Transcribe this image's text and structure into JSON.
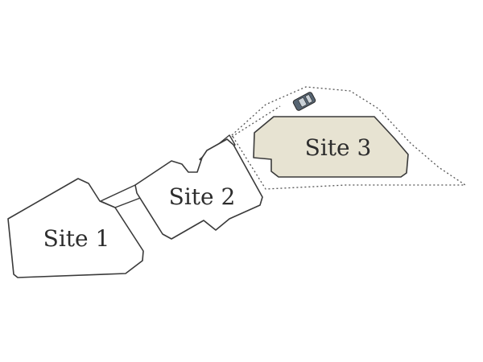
{
  "map": {
    "sites": [
      {
        "label": "Site 1",
        "fill": "#ffffff"
      },
      {
        "label": "Site 2",
        "fill": "#ffffff"
      },
      {
        "label": "Site 3",
        "fill": "#e7e3d2"
      }
    ],
    "colors": {
      "outline": "#3a3a3a",
      "highlight": "#e7e3d2",
      "vehicle": "#566472"
    },
    "icons": {
      "vehicle": "car-icon"
    }
  }
}
